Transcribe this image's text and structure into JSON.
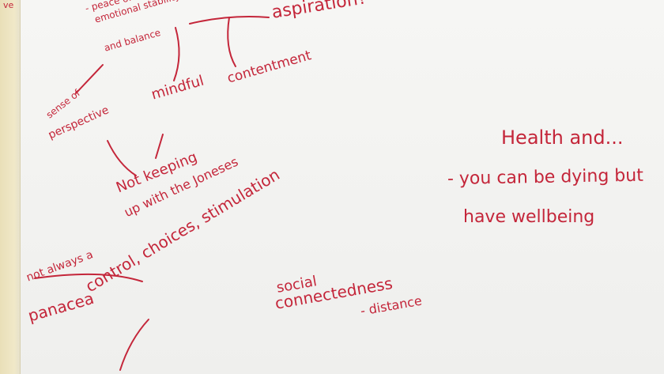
{
  "notes": {
    "edge_fragment": "ve",
    "peace_line": "- peace of",
    "emotional_line": "emotional stability",
    "balance_line": "and balance",
    "aspiration": "aspiration?",
    "mindful": "mindful",
    "contentment": "contentment",
    "sense_of": "sense of",
    "perspective": "perspective",
    "not_keeping": "Not keeping",
    "up_with_jones": "up with the Joneses",
    "health_and": "Health and...",
    "dying_line": "- you can be dying but",
    "wellbeing_line": "have wellbeing",
    "control_choices": "control, choices, stimulation",
    "not_always": "not always a",
    "panacea": "panacea",
    "social": "social",
    "connectedness": "connectedness",
    "distance": "- distance"
  },
  "ink_color": "#c4263a"
}
